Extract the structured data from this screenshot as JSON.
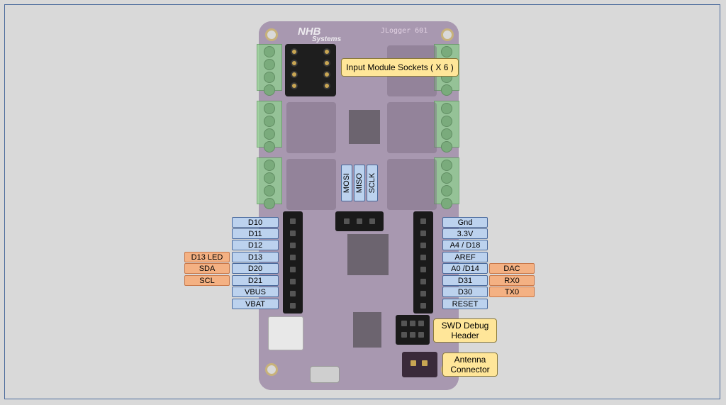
{
  "board": {
    "logo_text": "NHB",
    "logo_subtext": "Systems",
    "model_text": "JLogger 601"
  },
  "callouts": {
    "input_sockets": "Input Module Sockets ( X 6 )",
    "swd_line1": "SWD Debug",
    "swd_line2": "Header",
    "antenna_line1": "Antenna",
    "antenna_line2": "Connector"
  },
  "spi_labels": [
    "MOSI",
    "MISO",
    "SCLK"
  ],
  "left_pins": [
    "D10",
    "D11",
    "D12",
    "D13",
    "D20",
    "D21",
    "VBUS",
    "VBAT"
  ],
  "left_alt": [
    "D13 LED",
    "SDA",
    "SCL"
  ],
  "right_pins": [
    "Gnd",
    "3.3V",
    "A4 / D18",
    "AREF",
    "A0 /D14",
    "D31",
    "D30",
    "RESET"
  ],
  "right_alt": [
    "DAC",
    "RX0",
    "TX0"
  ],
  "colors": {
    "background": "#d9d9d9",
    "board_purple": "#6e4a7e",
    "pin_label_blue": "#bcd2ee",
    "alt_label_orange": "#f4b183",
    "callout_yellow": "#ffe699"
  }
}
